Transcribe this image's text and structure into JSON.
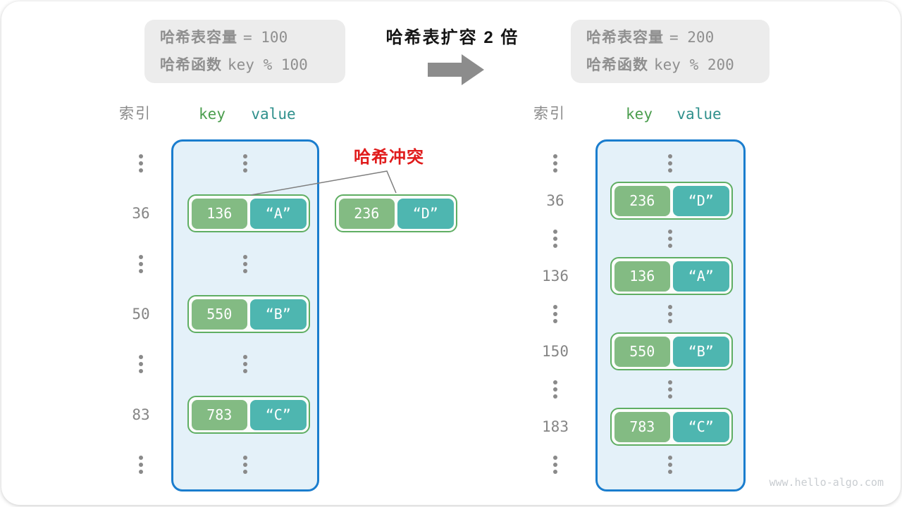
{
  "title": "哈希表扩容 2 倍",
  "info_left": {
    "line1_label": "哈希表容量",
    "line1_value": "= 100",
    "line2_label": "哈希函数",
    "line2_value": "key % 100"
  },
  "info_right": {
    "line1_label": "哈希表容量",
    "line1_value": "= 200",
    "line2_label": "哈希函数",
    "line2_value": "key % 200"
  },
  "collision_label": "哈希冲突",
  "collision_pair": {
    "key": "236",
    "value": "“D”"
  },
  "left_table": {
    "headers": {
      "index": "索引",
      "key": "key",
      "value": "value"
    },
    "rows": [
      {
        "index": "36",
        "key": "136",
        "value": "“A”"
      },
      {
        "index": "50",
        "key": "550",
        "value": "“B”"
      },
      {
        "index": "83",
        "key": "783",
        "value": "“C”"
      }
    ]
  },
  "right_table": {
    "headers": {
      "index": "索引",
      "key": "key",
      "value": "value"
    },
    "rows": [
      {
        "index": "36",
        "key": "236",
        "value": "“D”"
      },
      {
        "index": "136",
        "key": "136",
        "value": "“A”"
      },
      {
        "index": "150",
        "key": "550",
        "value": "“B”"
      },
      {
        "index": "183",
        "key": "783",
        "value": "“C”"
      }
    ]
  },
  "watermark": "www.hello-algo.com",
  "colors": {
    "accent_blue": "#1a7dce",
    "container_fill": "#e4f1f9",
    "key_green": "#83bb83",
    "value_teal": "#4eb6b0",
    "pair_border": "#5fae63",
    "header_key_green": "#4b9e4e",
    "header_value_teal": "#2f908c",
    "collision_red": "#e01b1b",
    "text_gray": "#8a8a8a",
    "arrow_gray": "#8c8c8c"
  }
}
